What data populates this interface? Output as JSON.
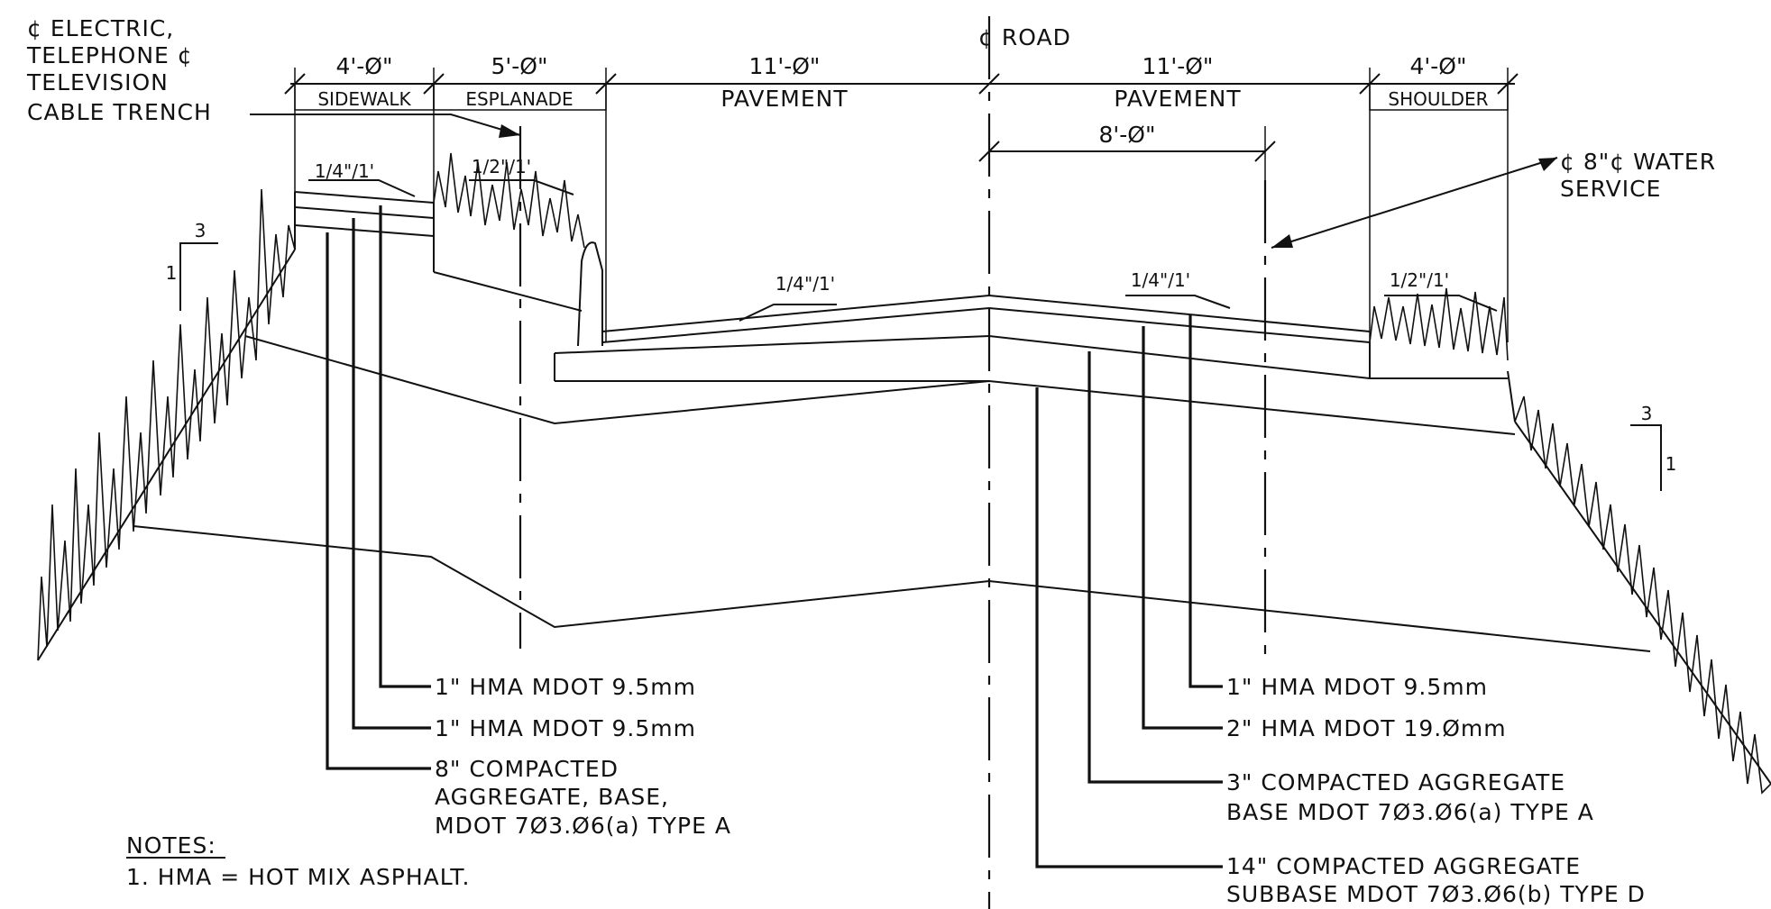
{
  "labels": {
    "electric_trench_1": "¢ ELECTRIC,",
    "electric_trench_2": "TELEPHONE ¢",
    "electric_trench_3": "TELEVISION",
    "electric_trench_4": "CABLE TRENCH",
    "road_cl": "¢ ROAD",
    "water_1": "¢ 8\"¢ WATER",
    "water_2": "SERVICE"
  },
  "dimensions": {
    "sidewalk_width": "4'-Ø\"",
    "esplanade_width": "5'-Ø\"",
    "pavement_left_width": "11'-Ø\"",
    "pavement_right_width": "11'-Ø\"",
    "shoulder_width": "4'-Ø\"",
    "water_offset": "8'-Ø\""
  },
  "zones": {
    "sidewalk": "SIDEWALK",
    "esplanade": "ESPLANADE",
    "pavement_left": "PAVEMENT",
    "pavement_right": "PAVEMENT",
    "shoulder": "SHOULDER"
  },
  "slopes": {
    "sidewalk": "1/4\"/1'",
    "esplanade": "1/2\"/1'",
    "pavement_left": "1/4\"/1'",
    "pavement_right": "1/4\"/1'",
    "shoulder": "1/2\"/1'",
    "left_ratio_h": "3",
    "left_ratio_v": "1",
    "right_ratio_h": "3",
    "right_ratio_v": "1"
  },
  "callouts_left": {
    "layer1": "1\" HMA MDOT 9.5mm",
    "layer2": "1\" HMA MDOT 9.5mm",
    "base_1": "8\" COMPACTED",
    "base_2": "AGGREGATE, BASE,",
    "base_3": "MDOT 7Ø3.Ø6(a) TYPE A"
  },
  "callouts_right": {
    "layer1": "1\" HMA MDOT 9.5mm",
    "layer2": "2\" HMA MDOT 19.Ømm",
    "base_1": "3\" COMPACTED AGGREGATE",
    "base_2": "BASE MDOT 7Ø3.Ø6(a) TYPE A",
    "subbase_1": "14\" COMPACTED AGGREGATE",
    "subbase_2": "SUBBASE MDOT 7Ø3.Ø6(b) TYPE D"
  },
  "notes": {
    "heading": "NOTES:",
    "item_1": "1.   HMA = HOT MIX ASPHALT."
  }
}
